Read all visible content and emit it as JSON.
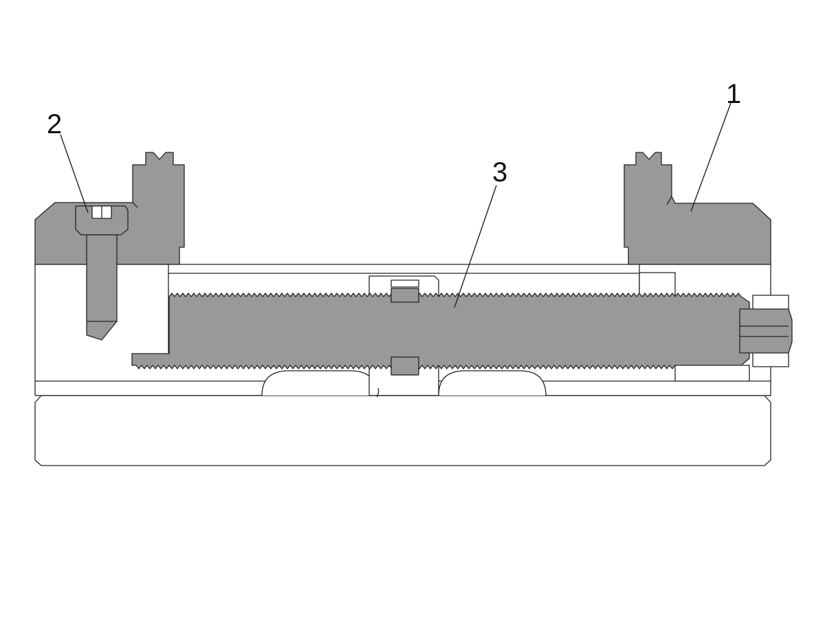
{
  "callouts": [
    {
      "id": "1",
      "text": "1"
    },
    {
      "id": "2",
      "text": "2"
    },
    {
      "id": "3",
      "text": "3"
    }
  ],
  "colors": {
    "section_fill": "#999999",
    "outline": "#222222",
    "background": "#ffffff"
  }
}
